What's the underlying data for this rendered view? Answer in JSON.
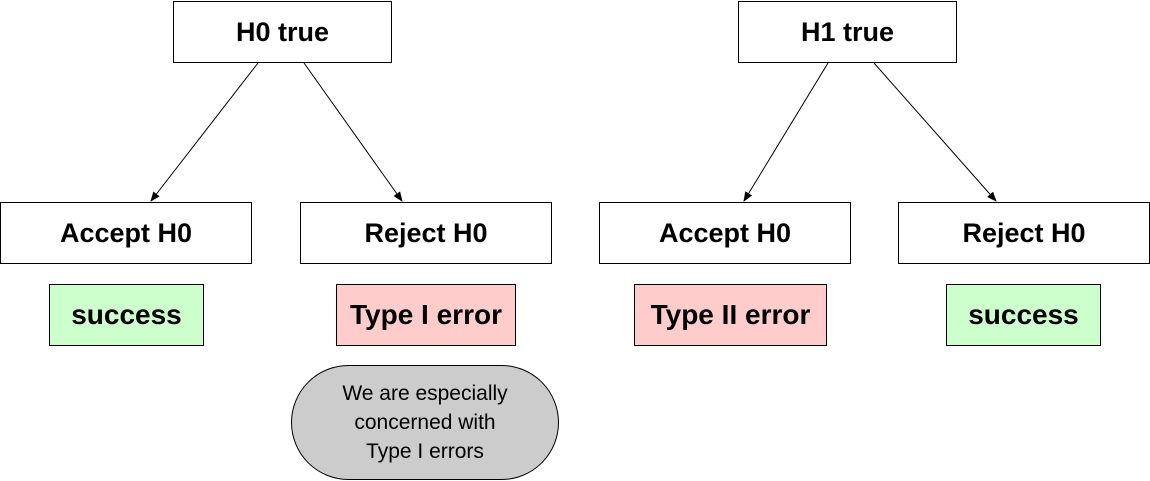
{
  "trees": [
    {
      "root": "H0 true",
      "branches": [
        {
          "decision": "Accept H0",
          "outcome": "success",
          "outcome_type": "success"
        },
        {
          "decision": "Reject H0",
          "outcome": "Type I error",
          "outcome_type": "error"
        }
      ]
    },
    {
      "root": "H1 true",
      "branches": [
        {
          "decision": "Accept H0",
          "outcome": "Type II error",
          "outcome_type": "error"
        },
        {
          "decision": "Reject H0",
          "outcome": "success",
          "outcome_type": "success"
        }
      ]
    }
  ],
  "note": {
    "lines": [
      "We are especially",
      "concerned with",
      "Type I errors"
    ]
  },
  "colors": {
    "success_fill": "#ccffcc",
    "error_fill": "#ffcccc",
    "note_fill": "#cccccc",
    "stroke": "#000000"
  }
}
